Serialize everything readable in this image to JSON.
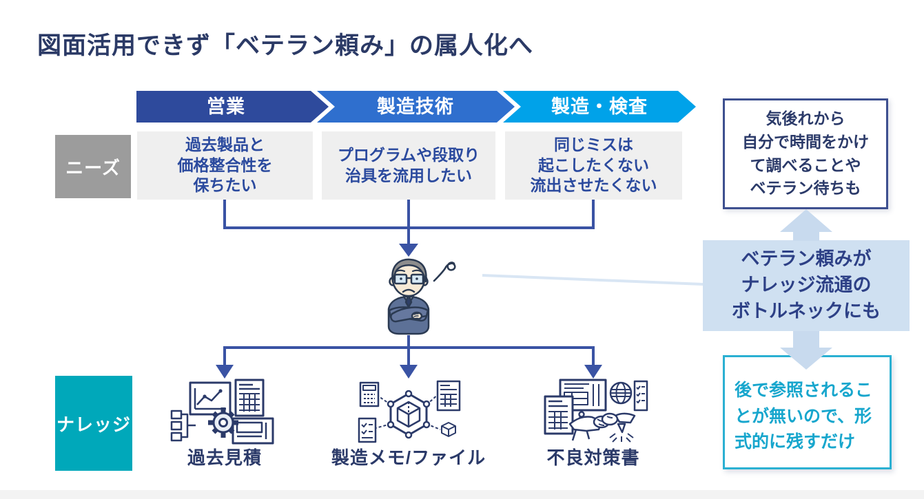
{
  "slide": {
    "title": "図面活用できず「ベテラン頼み」の属人化へ"
  },
  "process_steps": [
    {
      "label": "営業",
      "color": "#2e4a9c"
    },
    {
      "label": "製造技術",
      "color": "#2f6fce"
    },
    {
      "label": "製造・検査",
      "color": "#00a2e9"
    }
  ],
  "row_labels": {
    "needs": "ニーズ",
    "knowledge": "ナレッジ"
  },
  "needs": [
    {
      "text": "過去製品と\n価格整合性を\n保ちたい"
    },
    {
      "text": "プログラムや段取り\n治具を流用したい"
    },
    {
      "text": "同じミスは\n起こしたくない\n流出させたくない"
    }
  ],
  "knowledge_items": [
    {
      "label": "過去見積",
      "icon": "estimate-analytics-gear-icon"
    },
    {
      "label": "製造メモ/ファイル",
      "icon": "file-network-hexagon-icon"
    },
    {
      "label": "不良対策書",
      "icon": "handshake-documents-icon"
    }
  ],
  "center_figure": {
    "icon": "worried-veteran-icon",
    "mark": "sigh-squiggle-icon"
  },
  "side_notes": {
    "top": {
      "text": "気後れから\n自分で時間をかけ\nて調べることや\nベテラン待ちも"
    },
    "middle": {
      "text": "ベテラン頼みが\nナレッジ流通の\nボトルネックにも"
    },
    "bottom": {
      "text": "後で参照されるこ\nとが無いので、形\n式的に残すだけ"
    }
  },
  "colors": {
    "title_text": "#2b3a66",
    "step_sales": "#2e4a9c",
    "step_engineering": "#2f6fce",
    "step_inspection": "#00a2e9",
    "needs_row_label_bg": "#9c9c9c",
    "knowledge_row_label_bg": "#00a8ba",
    "needs_box_bg": "#efefef",
    "needs_text": "#2b4a9e",
    "connector_navy": "#3a53a4",
    "bottleneck_line": "#d9e6f4",
    "block_arrow": "#c8daee",
    "note_middle_bg": "#cfe0f1",
    "note_top_border": "#3d4f8f",
    "note_bottom_border": "#2ab0d2",
    "note_bottom_text": "#17a6cd",
    "footer_bar": "#f3f3f3"
  }
}
